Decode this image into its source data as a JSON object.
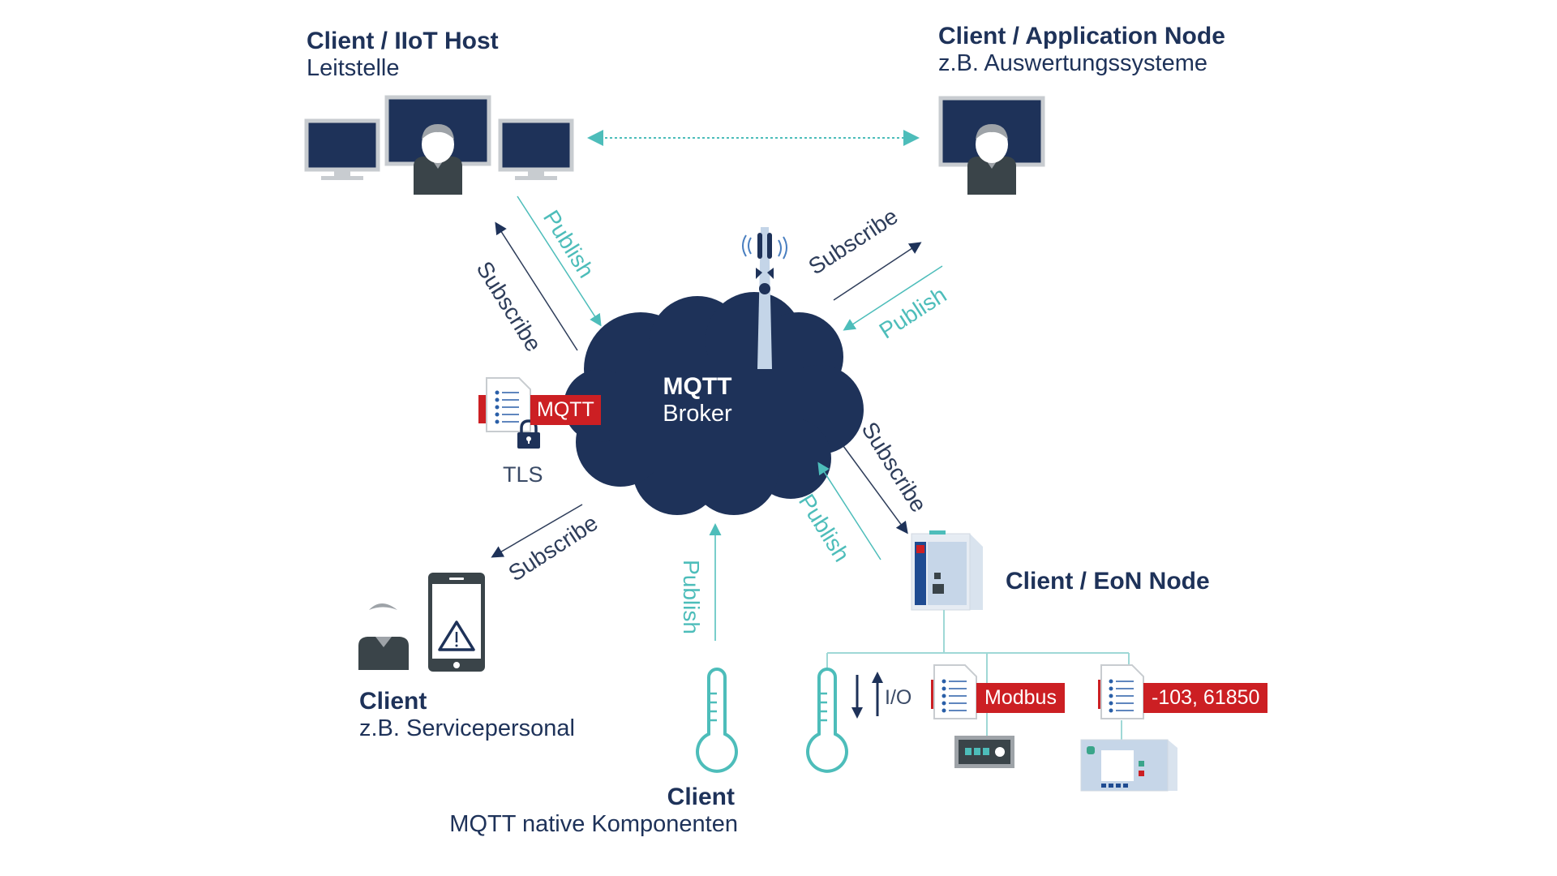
{
  "nodes": {
    "iiot_host": {
      "title": "Client / IIoT Host",
      "subtitle": "Leitstelle"
    },
    "application_node": {
      "title": "Client / Application Node",
      "subtitle": "z.B. Auswertungssysteme"
    },
    "broker": {
      "title": "MQTT",
      "subtitle": "Broker"
    },
    "tls": {
      "label": "TLS",
      "tag": "MQTT"
    },
    "eon_node": {
      "title": "Client / EoN Node"
    },
    "service": {
      "title": "Client",
      "subtitle": "z.B. Servicepersonal"
    },
    "native": {
      "title": "Client",
      "subtitle": "MQTT native Komponenten"
    }
  },
  "edges": {
    "host_publish": "Publish",
    "host_subscribe": "Subscribe",
    "app_subscribe": "Subscribe",
    "app_publish": "Publish",
    "eon_subscribe": "Subscribe",
    "eon_publish": "Publish",
    "service_subscribe": "Subscribe",
    "native_publish": "Publish"
  },
  "field": {
    "io_label": "I/O",
    "modbus_tag": "Modbus",
    "iec_tag": "-103, 61850"
  },
  "colors": {
    "navy": "#1e3259",
    "teal": "#4dbdba",
    "red": "#cc1f23",
    "grey": "#9ea3a8",
    "dark": "#3a4449"
  }
}
